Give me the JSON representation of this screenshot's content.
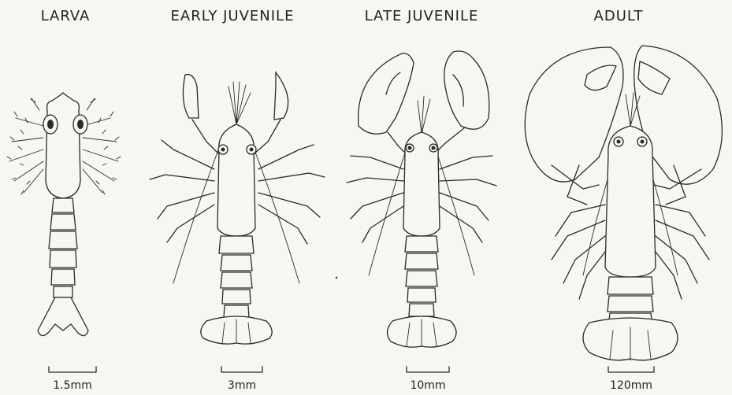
{
  "stages": [
    {
      "title": "LARVA",
      "scale": "1.5mm"
    },
    {
      "title": "EARLY JUVENILE",
      "scale": "3mm"
    },
    {
      "title": "LATE JUVENILE",
      "scale": "10mm"
    },
    {
      "title": "ADULT",
      "scale": "120mm"
    }
  ]
}
